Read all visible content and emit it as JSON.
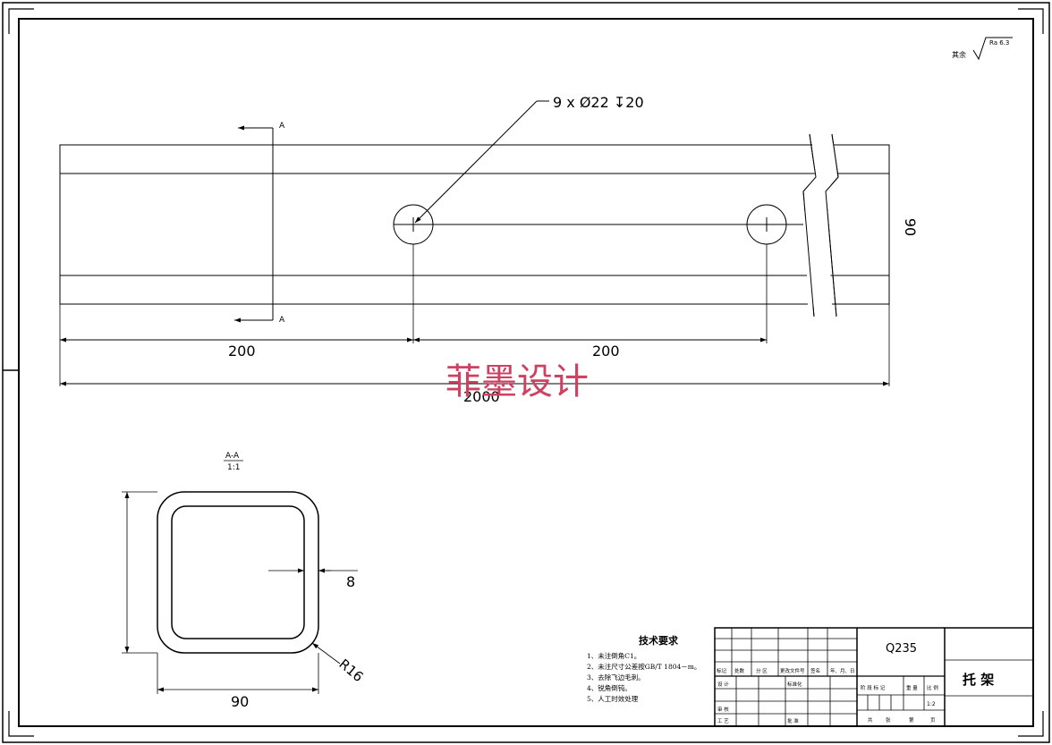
{
  "drawing": {
    "hole_callout": "9 x Ø22 ↧20",
    "section_mark": "A",
    "dim_pitch_1": "200",
    "dim_pitch_2": "200",
    "dim_total_length": "2000",
    "dim_height": "90",
    "roughness_prefix": "其余",
    "roughness_value": "Ra 6.3"
  },
  "section_view": {
    "label": "A-A",
    "scale": "1:1",
    "dim_wall": "8",
    "dim_width": "90",
    "dim_radius": "R16"
  },
  "watermark": "菲墨设计",
  "tech_requirements": {
    "title": "技术要求",
    "items": [
      "1、未注倒角C1。",
      "2、未注尺寸公差按GB/T 1804－m。",
      "3、去除飞边毛刺。",
      "4、锐角倒钝。",
      "5、人工时效处理"
    ]
  },
  "title_block": {
    "material": "Q235",
    "part_name": "托 架",
    "scale_value": "1:2",
    "row_labels": [
      "标记",
      "处数",
      "分 区",
      "更改文件号",
      "签名",
      "年、月、日"
    ],
    "design_label": "设 计",
    "standard_label": "标准化",
    "review_label": "审 核",
    "process_label": "工 艺",
    "approve_label": "批 准",
    "stage_headers": [
      "阶 段 标 记",
      "重 量",
      "比 例"
    ],
    "sheet_labels": [
      "共",
      "张",
      "第",
      "页"
    ]
  }
}
